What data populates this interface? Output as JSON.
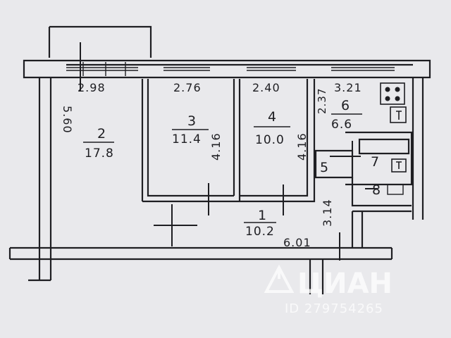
{
  "plan": {
    "dimensions": {
      "d_298": "2.98",
      "d_276": "2.76",
      "d_240": "2.40",
      "d_321": "3.21",
      "d_237": "2.37",
      "d_560": "5.60",
      "d_416a": "4.16",
      "d_416b": "4.16",
      "d_314": "3.14",
      "d_601": "6.01"
    },
    "rooms": [
      {
        "num": "1",
        "area": "10.2"
      },
      {
        "num": "2",
        "area": "17.8"
      },
      {
        "num": "3",
        "area": "11.4"
      },
      {
        "num": "4",
        "area": "10.0"
      },
      {
        "num": "5"
      },
      {
        "num": "6",
        "area": "6.6"
      },
      {
        "num": "7"
      },
      {
        "num": "8"
      }
    ]
  },
  "watermark": {
    "brand": "ЦИАН",
    "id_text": "ID 279754265"
  }
}
